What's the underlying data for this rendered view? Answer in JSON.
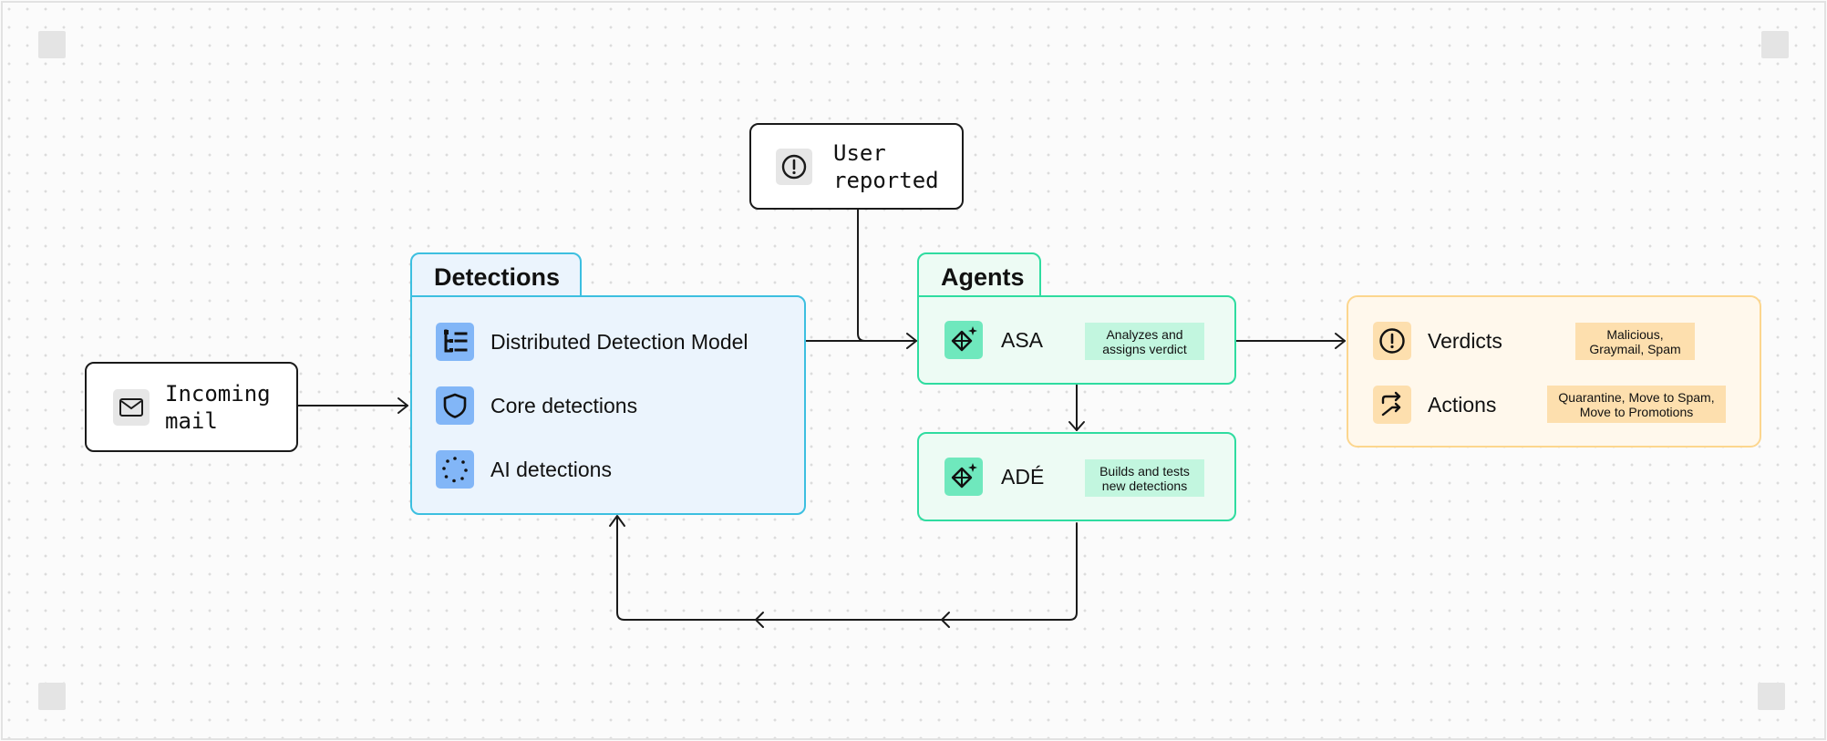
{
  "nodes": {
    "incoming": {
      "label": "Incoming\nmail",
      "icon": "mail-icon"
    },
    "user_reported": {
      "label": "User\nreported",
      "icon": "alert-circle-icon"
    }
  },
  "detections": {
    "title": "Detections",
    "items": [
      {
        "label": "Distributed Detection Model",
        "icon": "tree-list-icon"
      },
      {
        "label": "Core detections",
        "icon": "shield-icon"
      },
      {
        "label": "AI detections",
        "icon": "dotted-circle-icon"
      }
    ]
  },
  "agents": {
    "title": "Agents",
    "asa": {
      "label": "ASA",
      "badge": "Analyzes and\nassigns verdict",
      "icon": "sparkle-diamond-icon"
    },
    "ade": {
      "label": "ADÉ",
      "badge": "Builds and tests\nnew detections",
      "icon": "sparkle-diamond-icon"
    }
  },
  "outputs": {
    "verdicts": {
      "label": "Verdicts",
      "badge": "Malicious,\nGraymail, Spam",
      "icon": "alert-circle-icon"
    },
    "actions": {
      "label": "Actions",
      "badge": "Quarantine, Move to Spam,\nMove to Promotions",
      "icon": "redirect-arrows-icon"
    }
  },
  "colors": {
    "detections_border": "#3cbfe0",
    "detections_fill": "#ebf4fd",
    "agents_border": "#2fdca0",
    "agents_fill": "#edfbf4",
    "outputs_border": "#fcd68e",
    "outputs_fill": "#fff8ec"
  }
}
